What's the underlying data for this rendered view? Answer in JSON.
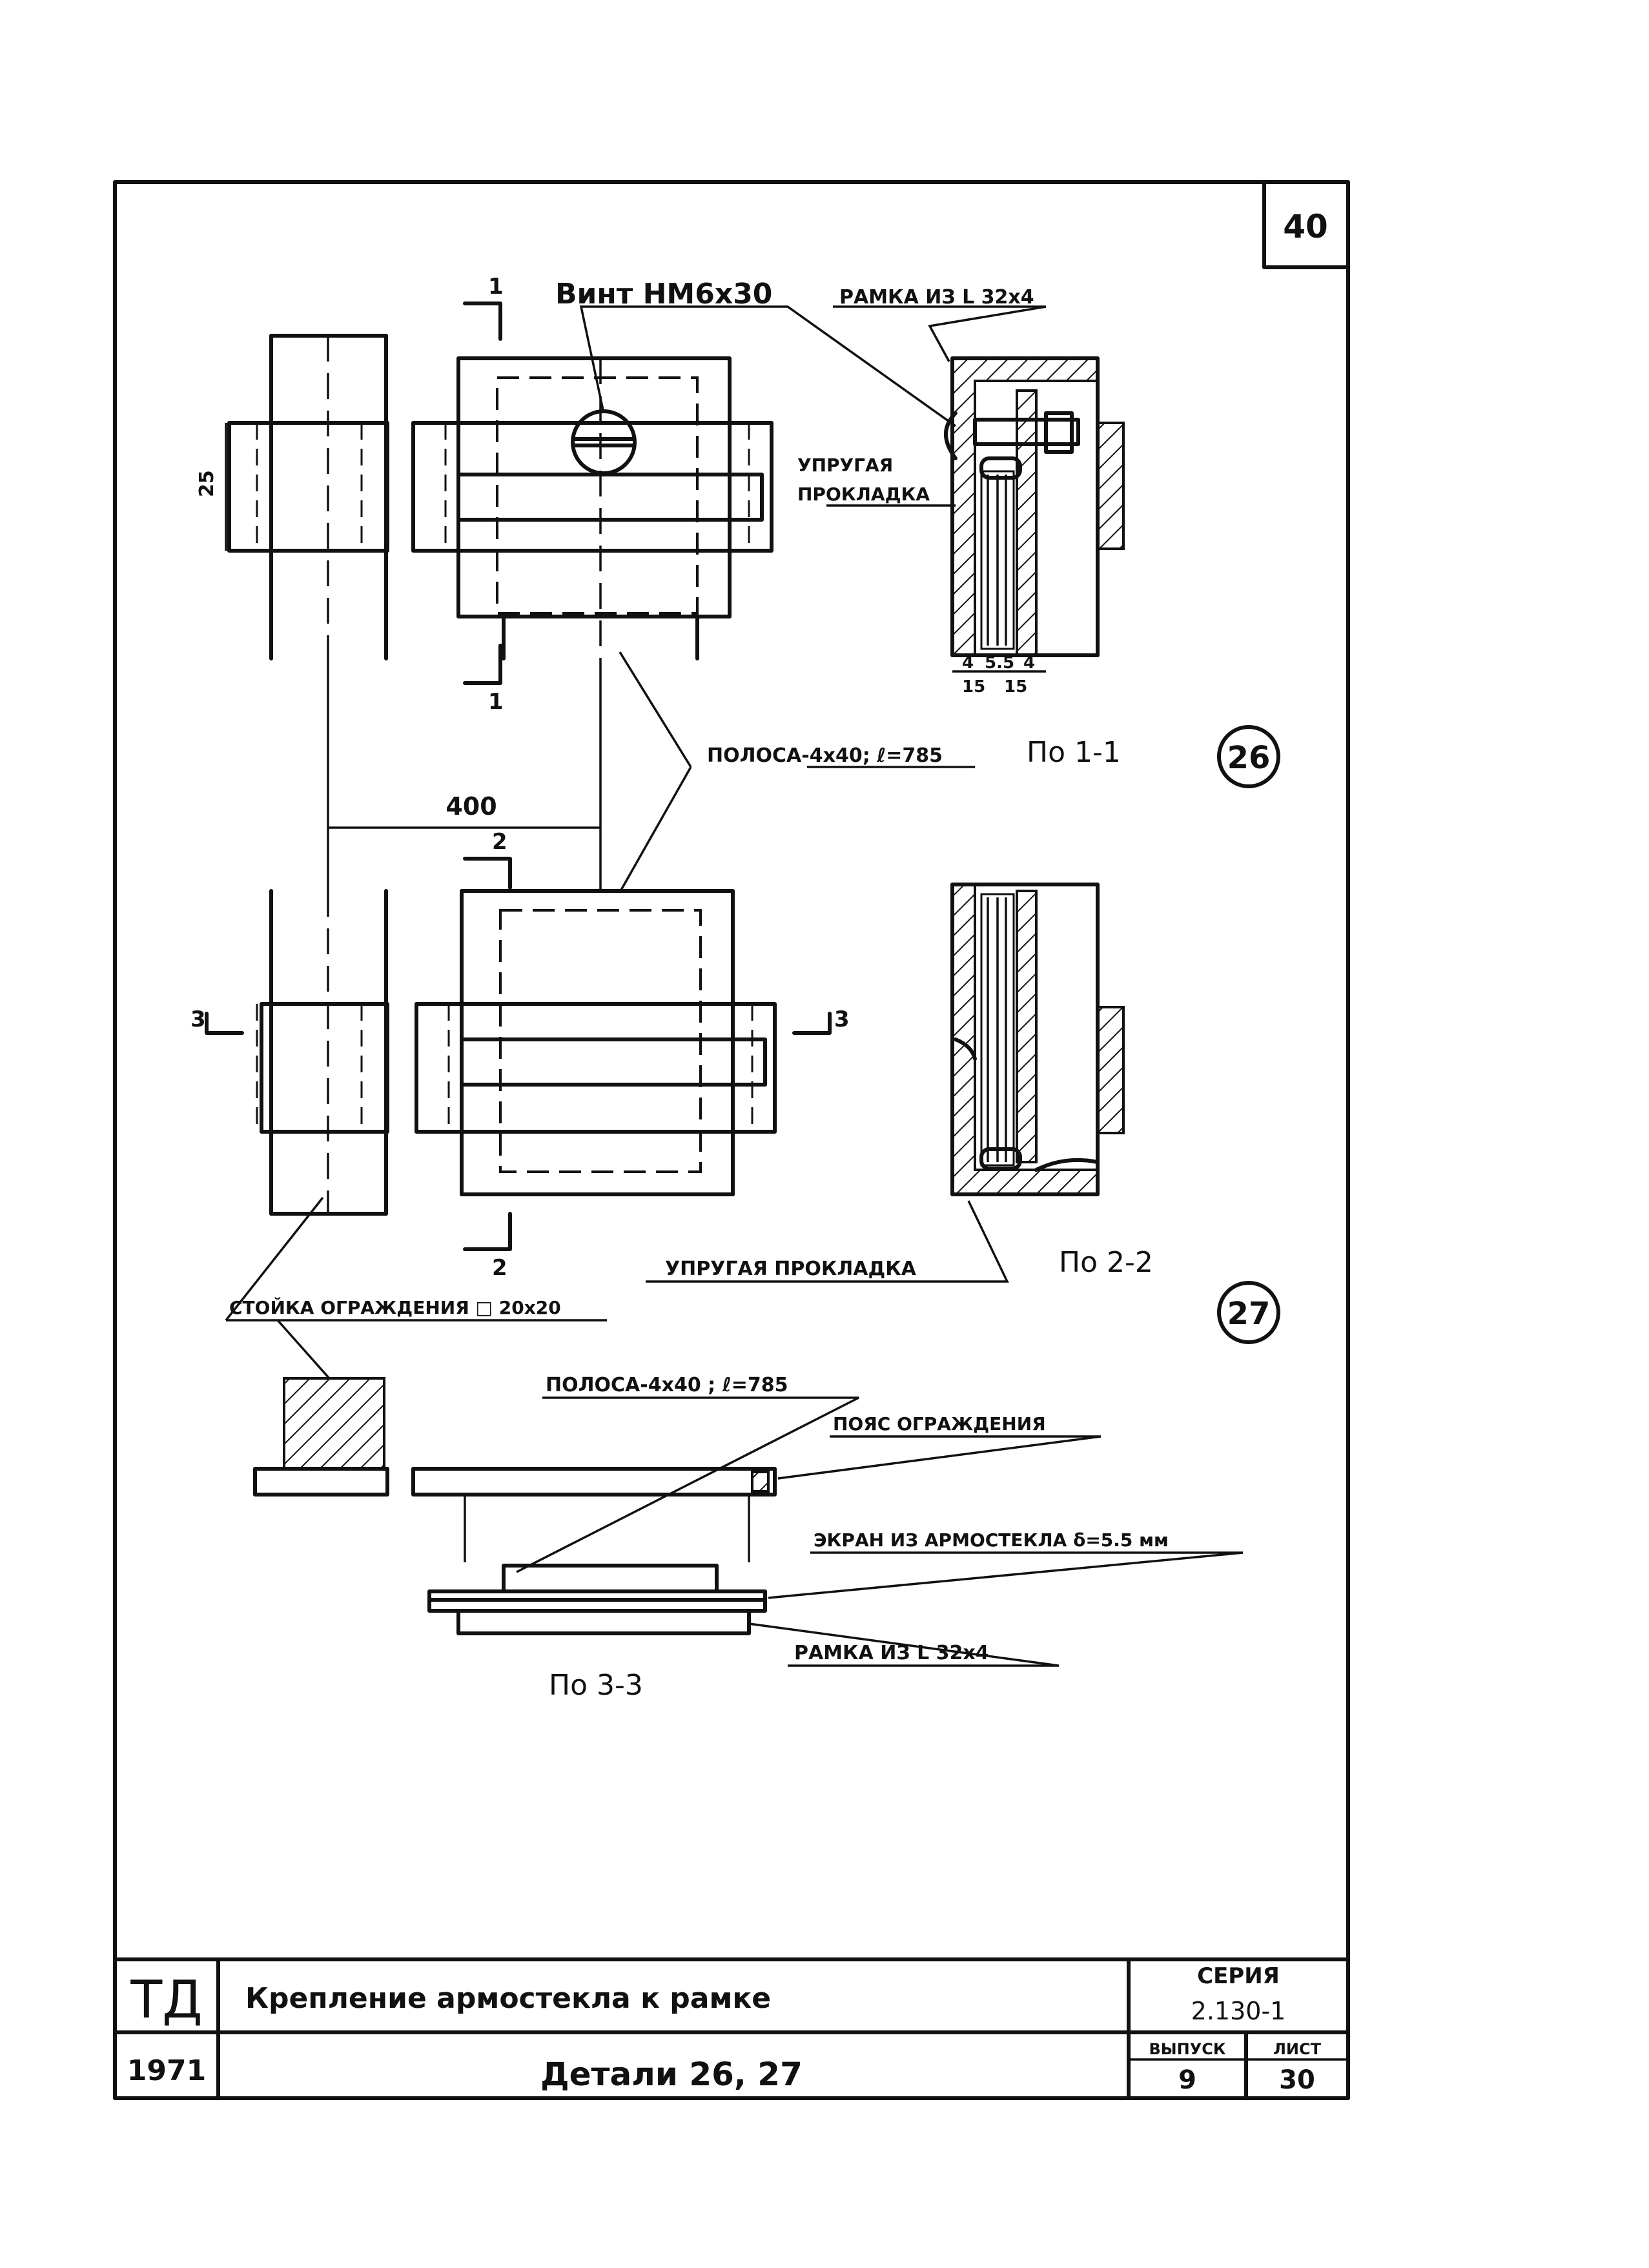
{
  "sheet": {
    "corner_number": "40",
    "circle_26": "26",
    "circle_27": "27"
  },
  "labels": {
    "vint": "Винт НМ6x30",
    "ramka_top": "РАМКА ИЗ L 32x4",
    "uprugaya_1": "УПРУГАЯ",
    "uprugaya_2": "ПРОКЛАДКА",
    "polosa_mid": "ПОЛОСА-4x40; ℓ=785",
    "section_1_1": "По 1-1",
    "section_2_2": "По 2-2",
    "section_3_3": "По 3-3",
    "uprugaya_bottom": "УПРУГАЯ ПРОКЛАДКА",
    "stoika": "СТОЙКА ОГРАЖДЕНИЯ □ 20x20",
    "polosa_low": "ПОЛОСА-4x40 ; ℓ=785",
    "poyas": "ПОЯС ОГРАЖДЕНИЯ",
    "ekran": "ЭКРАН ИЗ АРМОСТЕКЛА δ=5.5 мм",
    "ramka_low": "РАМКА ИЗ L 32x4"
  },
  "dimensions": {
    "d25": "25",
    "d400": "400",
    "d4a": "4",
    "d55": "5.5",
    "d4b": "4",
    "d15a": "15",
    "d15b": "15",
    "cut1_top": "1",
    "cut1_bot": "1",
    "cut2_top": "2",
    "cut2_bot": "2",
    "cut3_left": "3",
    "cut3_right": "3"
  },
  "title_block": {
    "org": "ТД",
    "year": "1971",
    "title": "Крепление армостекла к рамке",
    "subtitle": "Детали 26, 27",
    "series_label": "СЕРИЯ",
    "series_value": "2.130-1",
    "issue_label": "ВЫПУСК",
    "issue_value": "9",
    "sheet_label": "ЛИСТ",
    "sheet_value": "30"
  }
}
